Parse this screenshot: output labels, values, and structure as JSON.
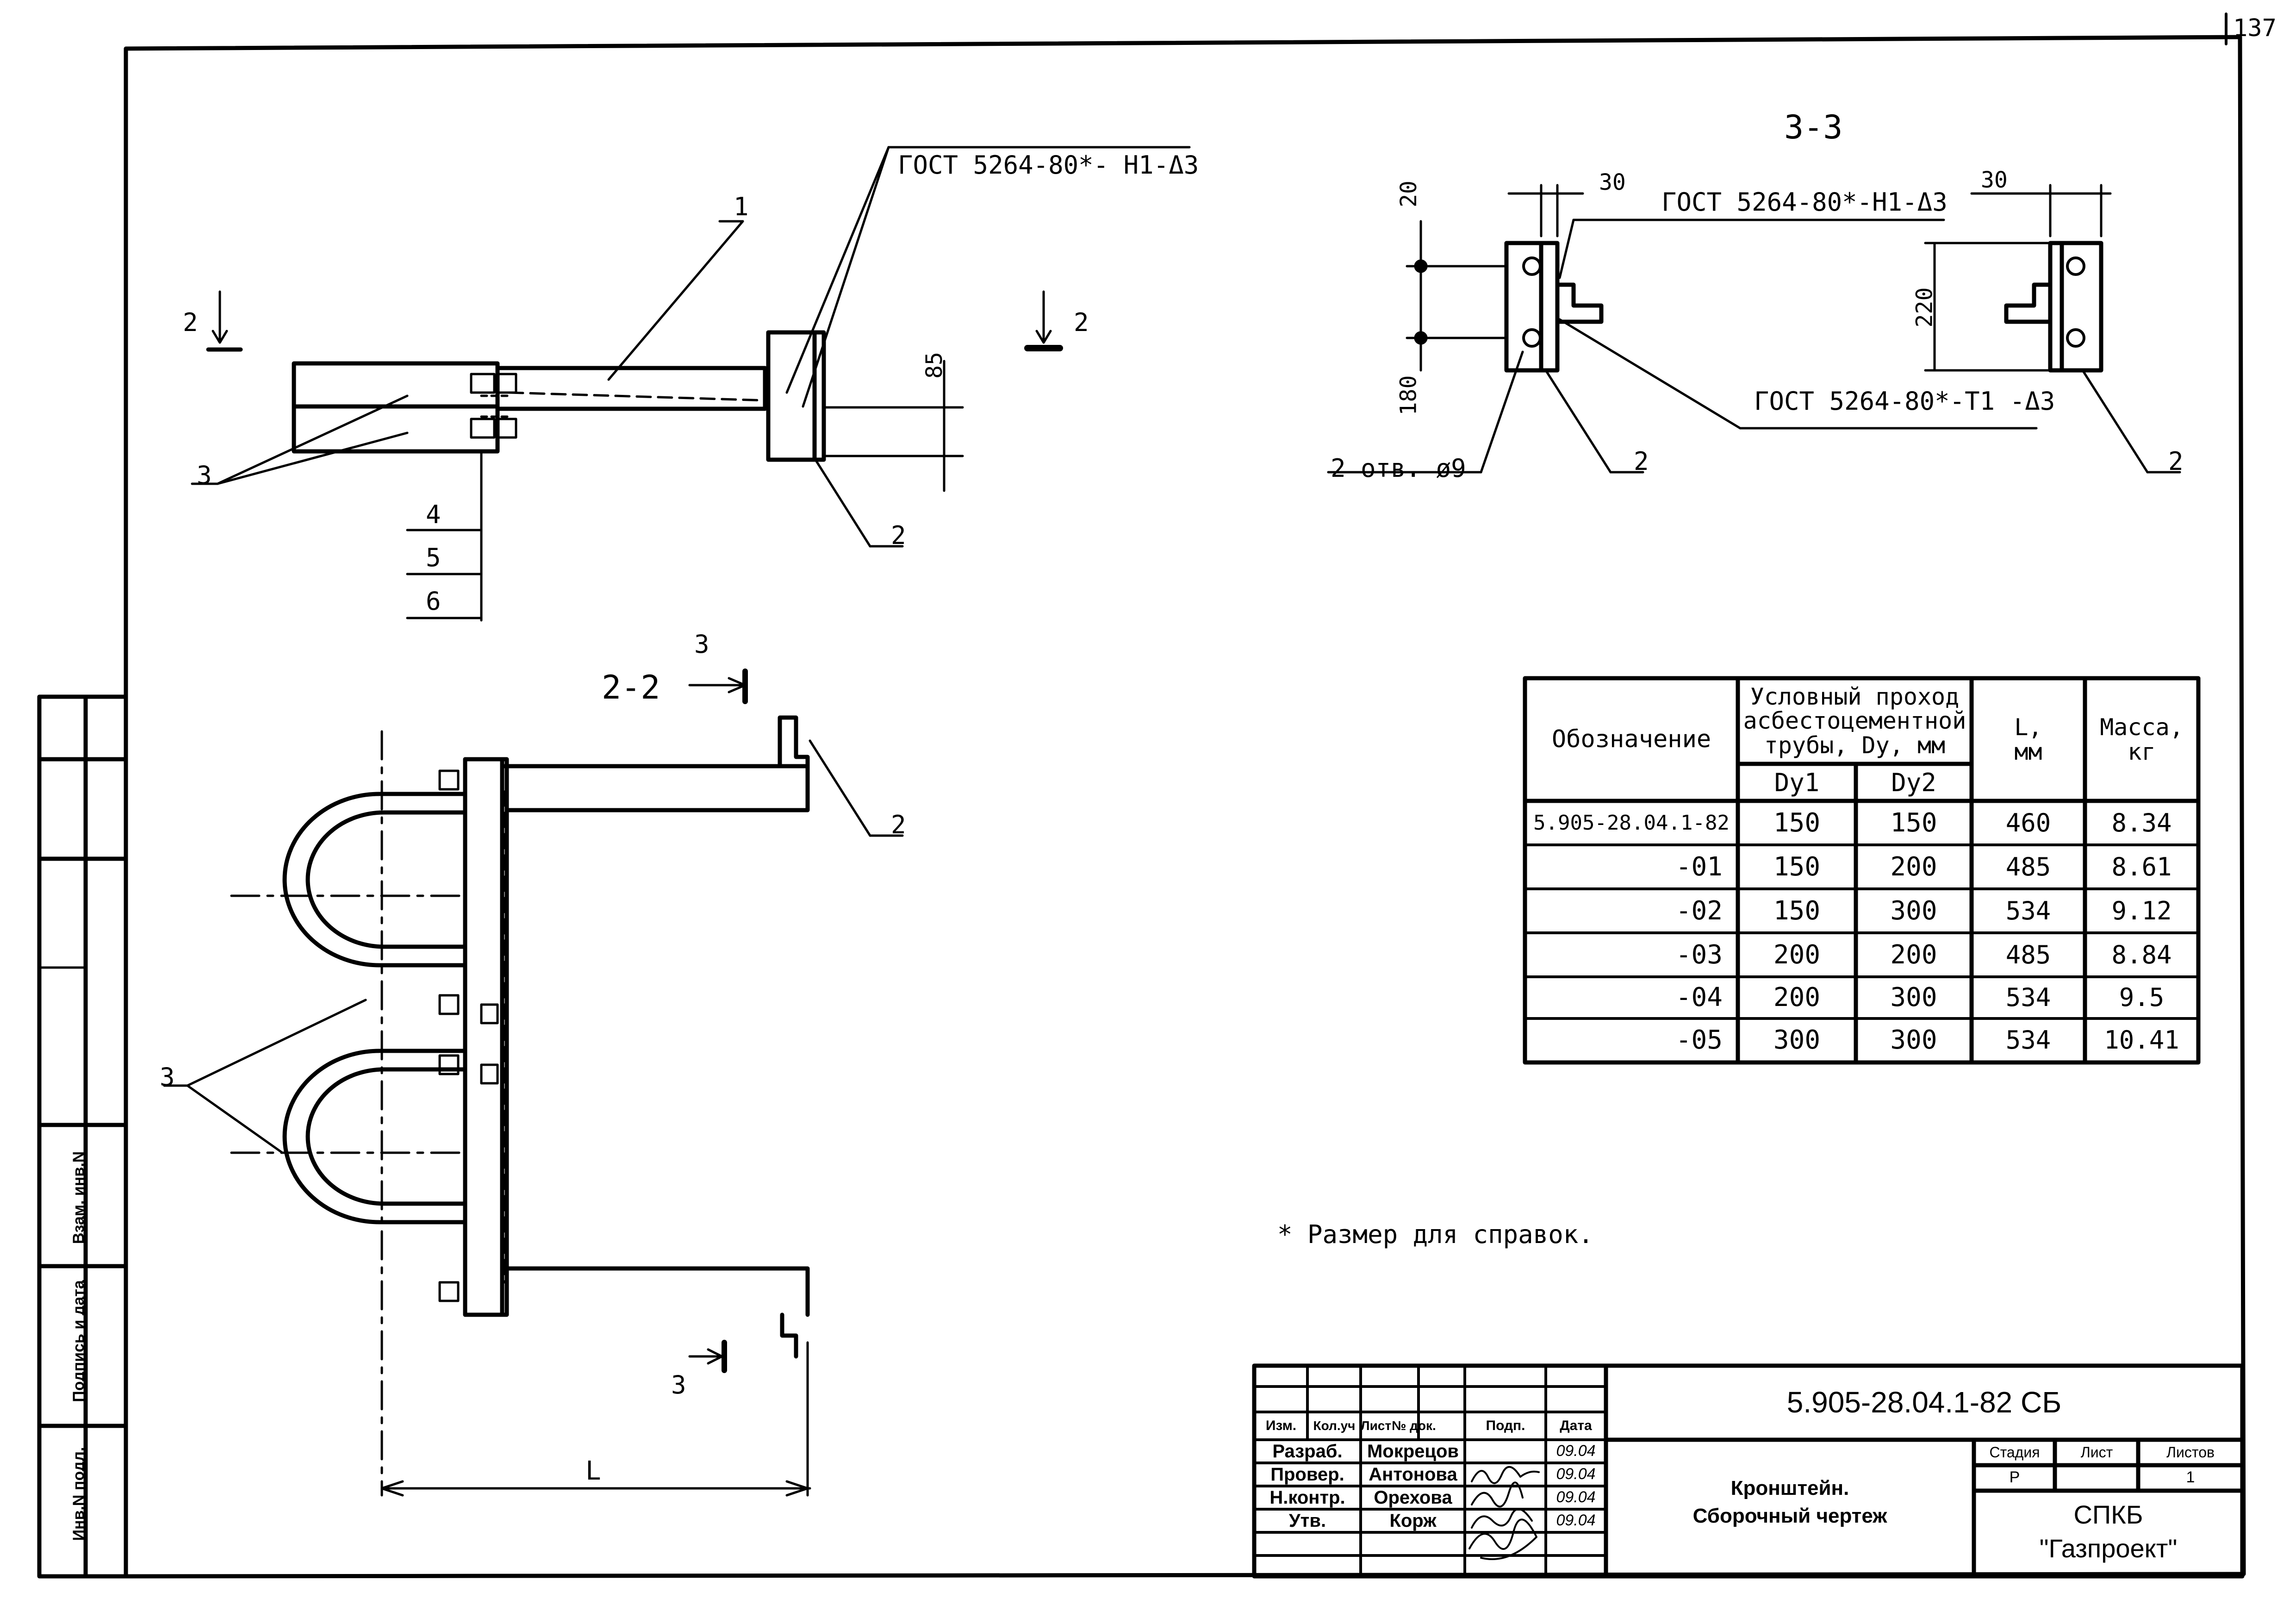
{
  "page_number": "137",
  "drawing": {
    "section_title": "3-3",
    "section_22_title": "2-2",
    "weld_callout_top": "ГОСТ 5264-80*- Н1-Δ3",
    "weld_callout_33_top": "ГОСТ 5264-80*-Н1-Δ3",
    "weld_callout_33_bottom": "ГОСТ 5264-80*-Т1 -Δ3",
    "holes_note": "2 отв. ø9",
    "dim_85": "85",
    "dim_20": "20",
    "dim_30_a": "30",
    "dim_30_b": "30",
    "dim_180": "180",
    "dim_220": "220",
    "dim_L": "L",
    "label_1": "1",
    "label_2": "2",
    "label_3": "3",
    "label_4": "4",
    "label_5": "5",
    "label_6": "6",
    "note": "* Размер для справок."
  },
  "table": {
    "header": {
      "designation": "Обозначение",
      "nominal_bore": "Условный проход асбестоцементной трубы, Dy, мм",
      "dy1": "Dy1",
      "dy2": "Dy2",
      "length": "L, мм",
      "mass": "Масса, кг"
    },
    "rows": [
      {
        "designation": "5.905-28.04.1-82",
        "dy1": "150",
        "dy2": "150",
        "length": "460",
        "mass": "8.34"
      },
      {
        "designation": "-01",
        "dy1": "150",
        "dy2": "200",
        "length": "485",
        "mass": "8.61"
      },
      {
        "designation": "-02",
        "dy1": "150",
        "dy2": "300",
        "length": "534",
        "mass": "9.12"
      },
      {
        "designation": "-03",
        "dy1": "200",
        "dy2": "200",
        "length": "485",
        "mass": "8.84"
      },
      {
        "designation": "-04",
        "dy1": "200",
        "dy2": "300",
        "length": "534",
        "mass": "9.5"
      },
      {
        "designation": "-05",
        "dy1": "300",
        "dy2": "300",
        "length": "534",
        "mass": "10.41"
      }
    ]
  },
  "side_stamp": {
    "inv_podl": "Инв.N подл.",
    "podpis": "Подпись и дата",
    "vzam": "Взам. инв.N"
  },
  "title_block": {
    "doc_code": "5.905-28.04.1-82 СБ",
    "cols": {
      "izm": "Изм.",
      "kol": "Кол.уч",
      "list": "Лист",
      "ndok": "№ док.",
      "podp": "Подп.",
      "data": "Дата"
    },
    "roles": [
      {
        "role": "Разраб.",
        "name": "Мокрецов",
        "date": "09.04"
      },
      {
        "role": "Провер.",
        "name": "Антонова",
        "date": "09.04"
      },
      {
        "role": "Н.контр.",
        "name": "Орехова",
        "date": "09.04"
      },
      {
        "role": "Утв.",
        "name": "Корж",
        "date": "09.04"
      }
    ],
    "title_line1": "Кронштейн.",
    "title_line2": "Сборочный чертеж",
    "stage_label": "Стадия",
    "sheet_label": "Лист",
    "sheets_label": "Листов",
    "stage": "Р",
    "sheet": "",
    "sheets": "1",
    "org_line1": "СПКБ",
    "org_line2": "\"Газпроект\""
  }
}
